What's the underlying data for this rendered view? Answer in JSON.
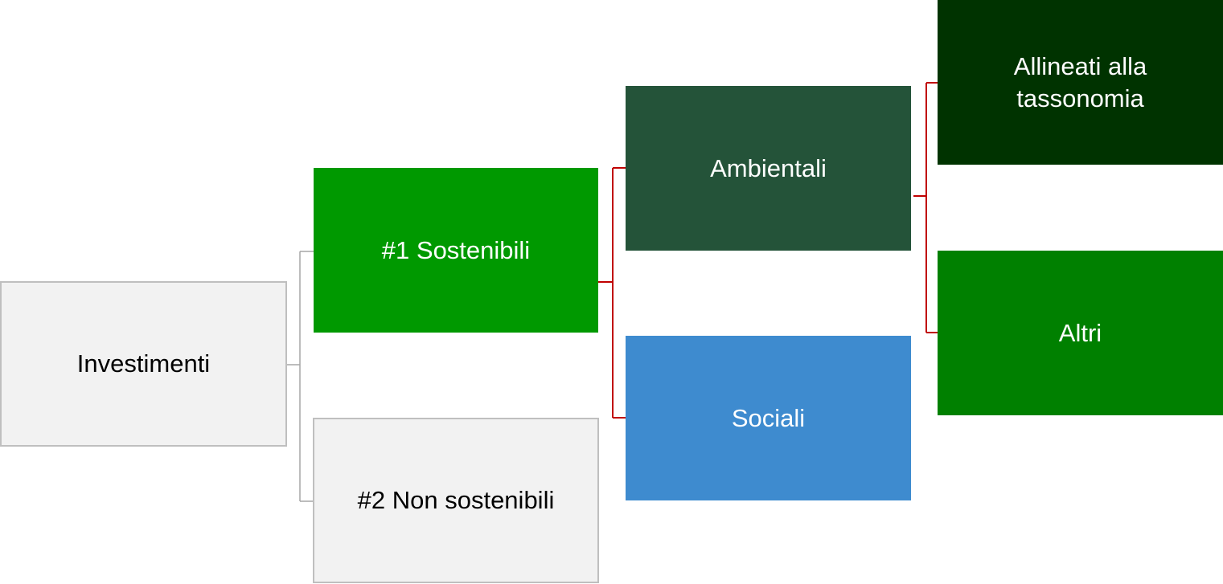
{
  "diagram": {
    "nodes": {
      "investimenti": {
        "label": "Investimenti"
      },
      "sostenibili": {
        "label": "#1 Sostenibili"
      },
      "non_sostenibili": {
        "label": "#2 Non sostenibili"
      },
      "ambientali": {
        "label": "Ambientali"
      },
      "sociali": {
        "label": "Sociali"
      },
      "allineati": {
        "label": "Allineati alla tassonomia"
      },
      "altri": {
        "label": "Altri"
      }
    },
    "colors": {
      "neutral_fill": "#f2f2f2",
      "neutral_border": "#bfbfbf",
      "sostenibili": "#009900",
      "ambientali": "#245339",
      "sociali": "#3e8bcf",
      "allineati": "#003300",
      "altri": "#008000",
      "connector_gray": "#a6a6a6",
      "connector_red": "#c00000"
    }
  }
}
